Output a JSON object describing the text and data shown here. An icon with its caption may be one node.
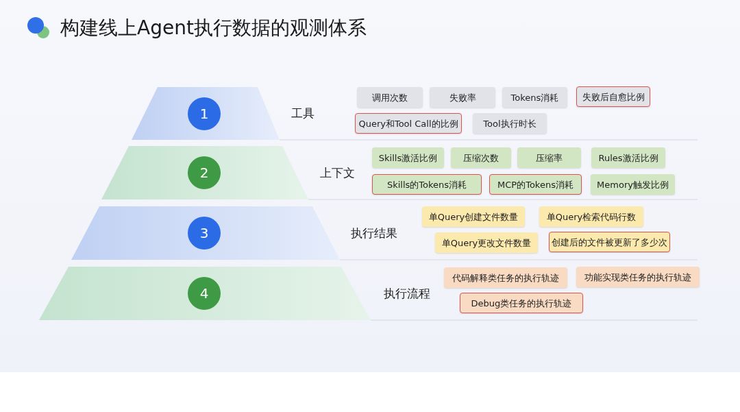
{
  "diagram": {
    "title": "构建线上Agent执行数据的观测体系",
    "nodes": [
      {
        "text": [
          "1"
        ]
      },
      {
        "text": [
          "调用次数"
        ]
      },
      {
        "text": [
          "失败率"
        ]
      },
      {
        "text": [
          "Tokens消耗"
        ]
      },
      {
        "text": [
          "失败后自愈比例"
        ]
      },
      {
        "text": [
          "Query和Tool Call的比例"
        ]
      },
      {
        "text": [
          "Tool执行时长"
        ]
      },
      {
        "text": [
          "2"
        ]
      },
      {
        "text": [
          "Skills激活比例"
        ]
      },
      {
        "text": [
          "压缩次数"
        ]
      },
      {
        "text": [
          "压缩率"
        ]
      },
      {
        "text": [
          "Rules激活比例"
        ]
      },
      {
        "text": [
          "Skills的Tokens消耗"
        ]
      },
      {
        "text": [
          "MCP的Tokens消耗"
        ]
      },
      {
        "text": [
          "Memory触发比例"
        ]
      },
      {
        "text": [
          "3"
        ]
      },
      {
        "text": [
          "单Query创建文件数量"
        ]
      },
      {
        "text": [
          "单Query检索代码行数"
        ]
      },
      {
        "text": [
          "单Query更改文件数量"
        ]
      },
      {
        "text": [
          "创建后的文件被更新了多少次"
        ]
      },
      {
        "text": [
          "4"
        ]
      },
      {
        "text": [
          "代码解释类任务的执行轨迹"
        ]
      },
      {
        "text": [
          "功能实现类任务的执行轨迹"
        ]
      },
      {
        "text": [
          "Debug类任务的执行轨迹"
        ]
      }
    ],
    "edges": [],
    "labels": [
      "工具",
      "上下文",
      "执行结果",
      "执行流程"
    ]
  }
}
